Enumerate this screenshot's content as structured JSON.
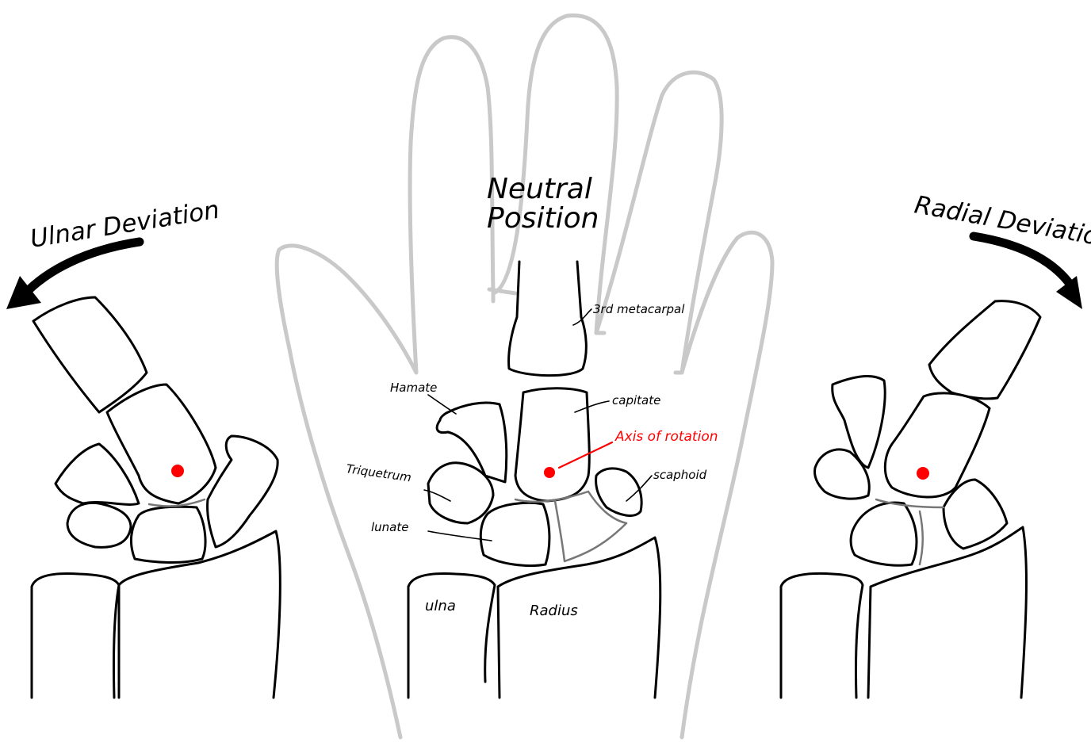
{
  "titles": {
    "ulnar": "Ulnar Deviation",
    "neutral_line1": "Neutral",
    "neutral_line2": "Position",
    "radial": "Radial Deviation"
  },
  "labels": {
    "metacarpal": "3rd metacarpal",
    "hamate": "Hamate",
    "capitate": "capitate",
    "axis": "Axis of rotation",
    "triquetrum": "Triquetrum",
    "scaphoid": "scaphoid",
    "lunate": "lunate",
    "ulna": "ulna",
    "radius": "Radius"
  },
  "colors": {
    "axis_marker": "#ff0000",
    "hand_outline": "#c9c9c9",
    "bone_outline": "#000000"
  }
}
